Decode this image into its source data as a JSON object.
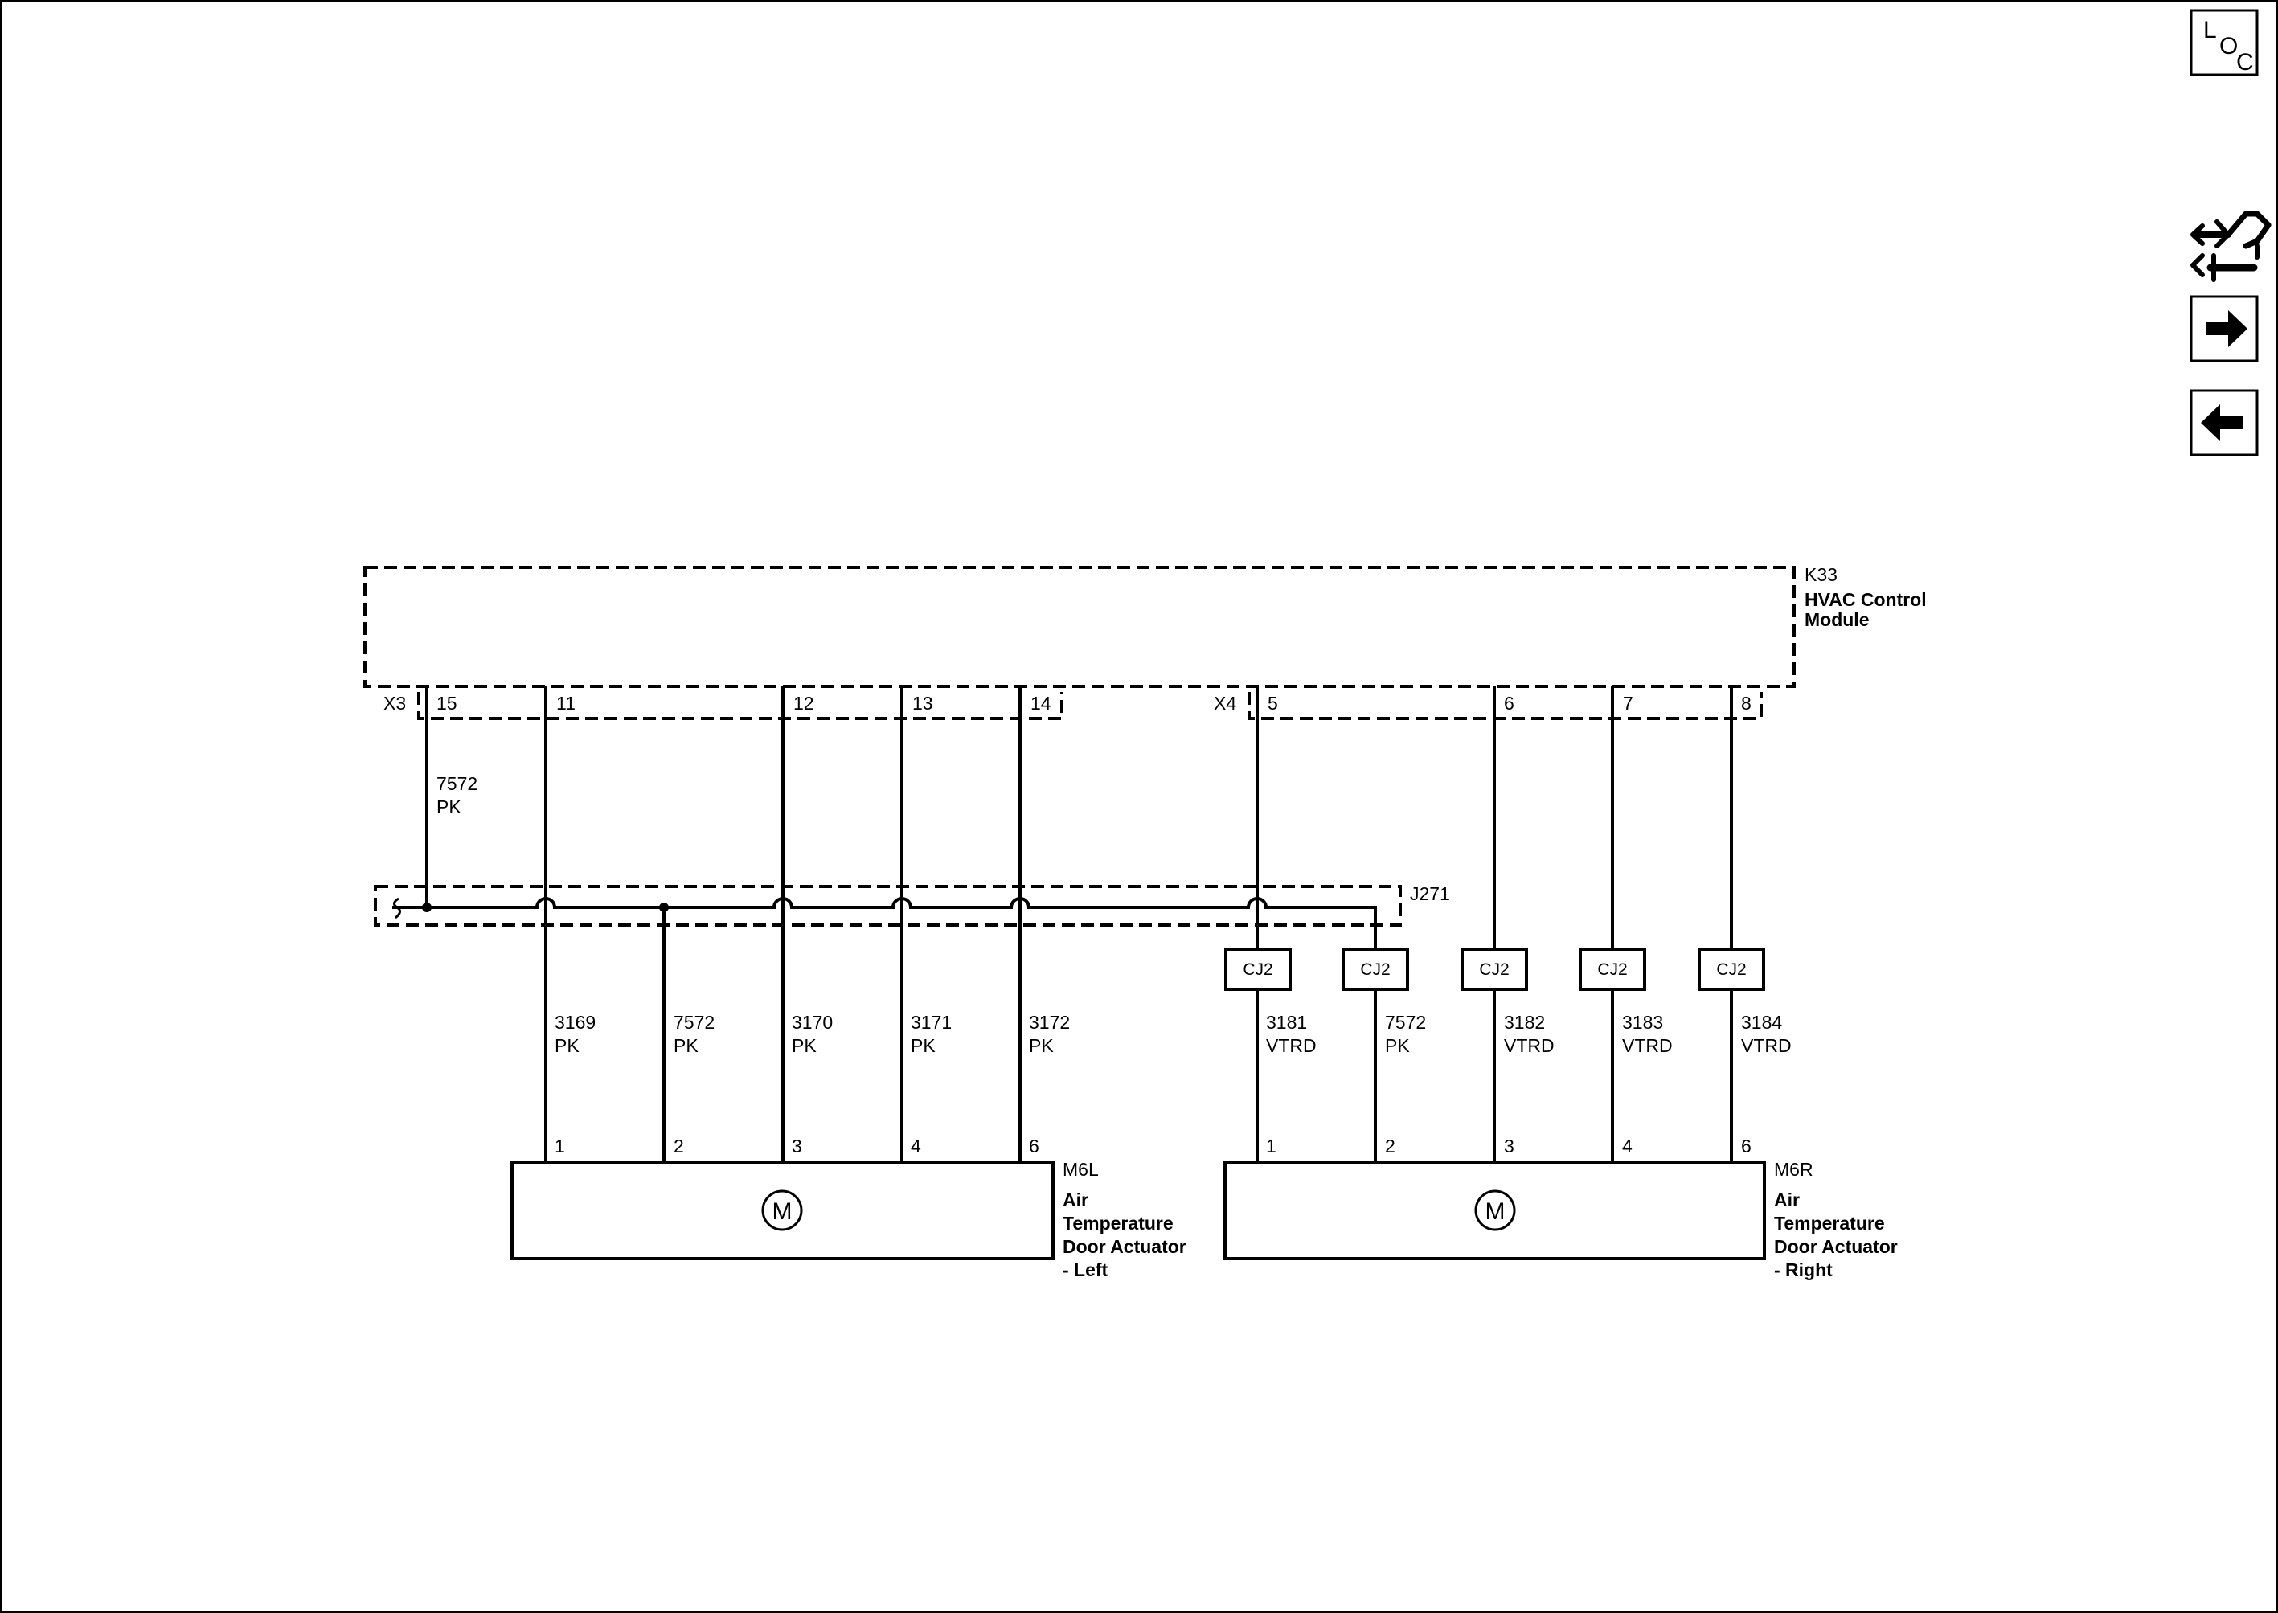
{
  "nav": {
    "loc_letters": [
      "L",
      "O",
      "C"
    ],
    "icons": [
      "loc-icon",
      "wiring-harness-icon",
      "next-arrow-icon",
      "previous-arrow-icon"
    ]
  },
  "module": {
    "ref": "K33",
    "name_line1": "HVAC Control",
    "name_line2": "Module",
    "connector_x3": "X3",
    "connector_x4": "X4",
    "pins_x3": [
      "15",
      "11",
      "12",
      "13",
      "14"
    ],
    "pins_x4": [
      "5",
      "6",
      "7",
      "8"
    ]
  },
  "feed_wire": {
    "circuit": "7572",
    "color": "PK"
  },
  "splice": {
    "ref": "J271"
  },
  "left_wires": [
    {
      "circuit": "3169",
      "color": "PK"
    },
    {
      "circuit": "7572",
      "color": "PK"
    },
    {
      "circuit": "3170",
      "color": "PK"
    },
    {
      "circuit": "3171",
      "color": "PK"
    },
    {
      "circuit": "3172",
      "color": "PK"
    }
  ],
  "right_wires": [
    {
      "circuit": "3181",
      "color": "VTRD"
    },
    {
      "circuit": "7572",
      "color": "PK"
    },
    {
      "circuit": "3182",
      "color": "VTRD"
    },
    {
      "circuit": "3183",
      "color": "VTRD"
    },
    {
      "circuit": "3184",
      "color": "VTRD"
    }
  ],
  "inline_connector_label": "CJ2",
  "left_actuator": {
    "ref": "M6L",
    "line1": "Air",
    "line2": "Temperature",
    "line3": "Door Actuator",
    "line4": "- Left",
    "pins": [
      "1",
      "2",
      "3",
      "4",
      "6"
    ],
    "motor_symbol": "M"
  },
  "right_actuator": {
    "ref": "M6R",
    "line1": "Air",
    "line2": "Temperature",
    "line3": "Door Actuator",
    "line4": "- Right",
    "pins": [
      "1",
      "2",
      "3",
      "4",
      "6"
    ],
    "motor_symbol": "M"
  }
}
